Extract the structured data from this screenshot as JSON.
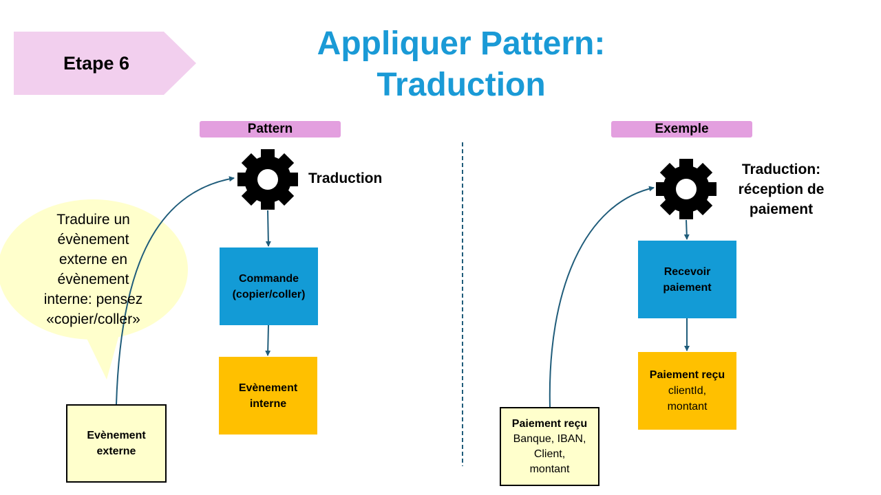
{
  "step": "Etape 6",
  "title": [
    "Appliquer Pattern:",
    "Traduction"
  ],
  "pattern": {
    "label": "Pattern",
    "gear_label": "Traduction",
    "command": [
      "Commande",
      "(copier/coller)"
    ],
    "internal_event": [
      "Evènement",
      "interne"
    ],
    "external_event": [
      "Evènement",
      "externe"
    ],
    "bubble": [
      "Traduire un",
      "évènement",
      "externe en",
      "évènement",
      "interne: pensez",
      "«copier/coller»"
    ]
  },
  "example": {
    "label": "Exemple",
    "gear_label": [
      "Traduction:",
      "réception de",
      "paiement"
    ],
    "command": [
      "Recevoir",
      "paiement"
    ],
    "internal_event": {
      "title": "Paiement reçu",
      "lines": [
        "clientId,",
        "montant"
      ]
    },
    "external_event": {
      "title": "Paiement reçu",
      "lines": [
        "Banque, IBAN,",
        "Client,",
        "montant"
      ]
    }
  },
  "colors": {
    "title": "#1a9ad6",
    "step_tag": "#f2cfee",
    "section_label": "#e39fdf",
    "command": "#139bd6",
    "internal_event": "#ffc000",
    "external_event": "#ffffcc",
    "bubble": "#ffffcc",
    "arrow": "#1f5c7a"
  },
  "icons": [
    "gear-icon",
    "speech-bubble",
    "arrow"
  ]
}
